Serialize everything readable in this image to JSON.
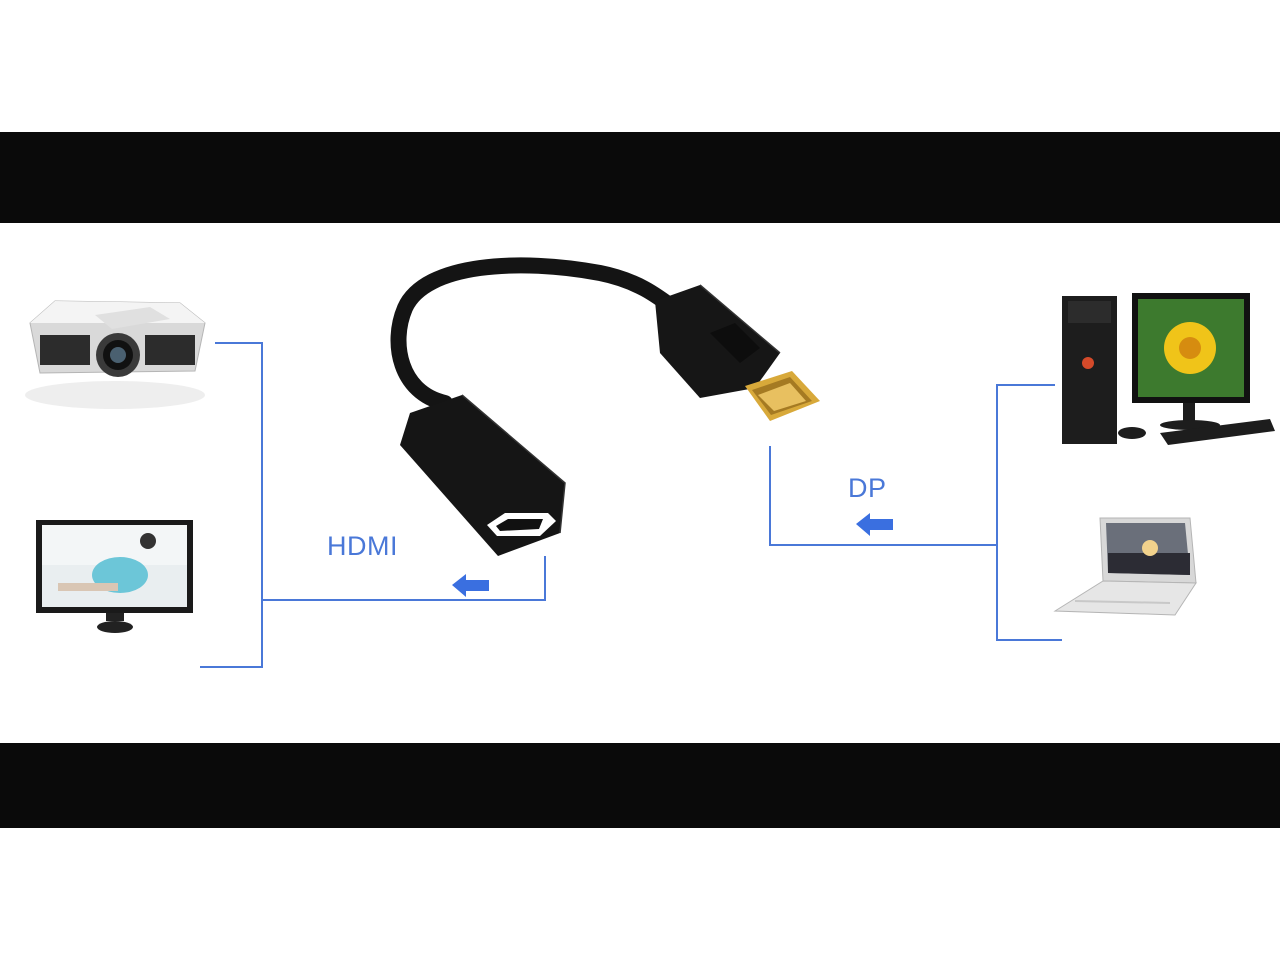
{
  "labels": {
    "hdmi": "HDMI",
    "dp": "DP"
  },
  "colors": {
    "line": "#4a78d8",
    "label": "#4a78d8",
    "arrow": "#3a6fe0",
    "bar": "#0a0a0a",
    "connector_gold": "#d8a93a",
    "cable": "#141414"
  },
  "icons": [
    "projector-icon",
    "monitor-icon",
    "desktop-computer-icon",
    "laptop-icon",
    "hdmi-female-connector",
    "displayport-male-connector"
  ]
}
